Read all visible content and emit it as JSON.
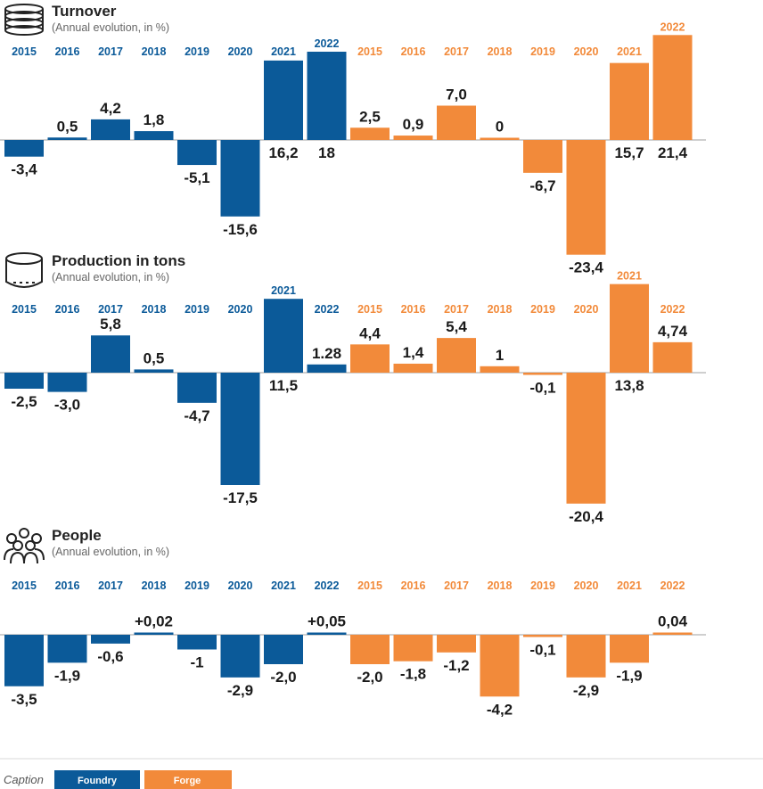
{
  "colors": {
    "foundry": "#0b5a99",
    "forge": "#f28a3a",
    "axis": "#bfbfbf",
    "text": "#1a1a1a"
  },
  "chart_data": [
    {
      "type": "bar",
      "icon": "coins-icon",
      "title": "Turnover",
      "subtitle": "(Annual evolution, in %)",
      "categories": [
        "2015",
        "2016",
        "2017",
        "2018",
        "2019",
        "2020",
        "2021",
        "2022"
      ],
      "series": [
        {
          "name": "Foundry",
          "values": [
            -3.4,
            0.5,
            4.2,
            1.8,
            -5.1,
            -15.6,
            16.2,
            18
          ],
          "labels": [
            "-3,4",
            "0,5",
            "4,2",
            "1,8",
            "-5,1",
            "-15,6",
            "16,2",
            "18"
          ]
        },
        {
          "name": "Forge",
          "values": [
            2.5,
            0.9,
            7.0,
            0,
            -6.7,
            -23.4,
            15.7,
            21.4
          ],
          "labels": [
            "2,5",
            "0,9",
            "7,0",
            "0",
            "-6,7",
            "-23,4",
            "15,7",
            "21,4"
          ]
        }
      ]
    },
    {
      "type": "bar",
      "icon": "barrel-icon",
      "title": "Production in tons",
      "subtitle": "(Annual evolution, in %)",
      "categories": [
        "2015",
        "2016",
        "2017",
        "2018",
        "2019",
        "2020",
        "2021",
        "2022"
      ],
      "series": [
        {
          "name": "Foundry",
          "values": [
            -2.5,
            -3.0,
            5.8,
            0.5,
            -4.7,
            -17.5,
            11.5,
            1.28
          ],
          "labels": [
            "-2,5",
            "-3,0",
            "5,8",
            "0,5",
            "-4,7",
            "-17,5",
            "11,5",
            "1.28"
          ]
        },
        {
          "name": "Forge",
          "values": [
            4.4,
            1.4,
            5.4,
            1,
            -0.1,
            -20.4,
            13.8,
            4.74
          ],
          "labels": [
            "4,4",
            "1,4",
            "5,4",
            "1",
            "-0,1",
            "-20,4",
            "13,8",
            "4,74"
          ]
        }
      ]
    },
    {
      "type": "bar",
      "icon": "people-icon",
      "title": "People",
      "subtitle": "(Annual evolution, in %)",
      "categories": [
        "2015",
        "2016",
        "2017",
        "2018",
        "2019",
        "2020",
        "2021",
        "2022"
      ],
      "series": [
        {
          "name": "Foundry",
          "values": [
            -3.5,
            -1.9,
            -0.6,
            0.02,
            -1,
            -2.9,
            -2.0,
            0.05
          ],
          "labels": [
            "-3,5",
            "-1,9",
            "-0,6",
            "+0,02",
            "-1",
            "-2,9",
            "-2,0",
            "+0,05"
          ]
        },
        {
          "name": "Forge",
          "values": [
            -2.0,
            -1.8,
            -1.2,
            -4.2,
            -0.1,
            -2.9,
            -1.9,
            0.04
          ],
          "labels": [
            "-2,0",
            "-1,8",
            "-1,2",
            "-4,2",
            "-0,1",
            "-2,9",
            "-1,9",
            "0,04"
          ]
        }
      ]
    }
  ],
  "legend": {
    "caption": "Caption",
    "foundry": "Foundry",
    "forge": "Forge"
  }
}
